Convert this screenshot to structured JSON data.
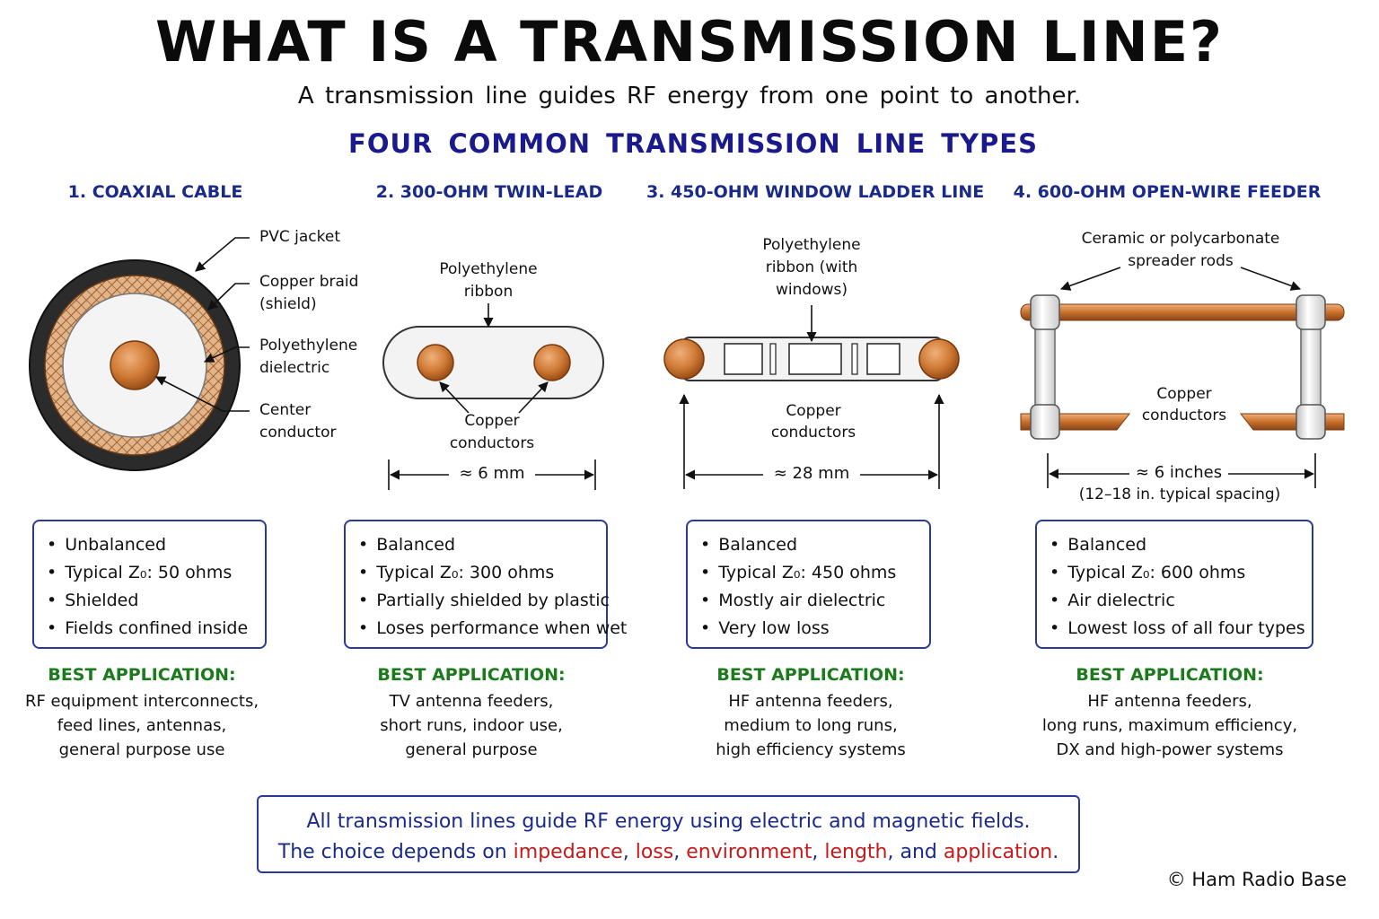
{
  "title": "WHAT IS A TRANSMISSION LINE?",
  "subtitle": "A transmission line guides RF energy from one point to another.",
  "section_title": "FOUR COMMON TRANSMISSION LINE TYPES",
  "colors": {
    "copper": "#c8772f",
    "title_blue": "#1a2a8a",
    "best_green": "#1b7a1b",
    "highlight_red": "#c41a1a",
    "box_border": "#2a3a9a"
  },
  "columns": [
    {
      "heading": "1. COAXIAL CABLE",
      "labels": {
        "jacket": "PVC jacket",
        "braid": "Copper braid",
        "braid2": "(shield)",
        "dielectric": "Polyethylene",
        "dielectric2": "dielectric",
        "center": "Center",
        "center2": "conductor"
      },
      "bullets": [
        "Unbalanced",
        "Typical Z₀: 50 ohms",
        "Shielded",
        "Fields confined inside"
      ],
      "best_label": "BEST APPLICATION:",
      "best_lines": [
        "RF equipment interconnects,",
        "feed lines, antennas,",
        "general purpose use"
      ]
    },
    {
      "heading": "2. 300-OHM TWIN-LEAD",
      "labels": {
        "ribbon": "Polyethylene",
        "ribbon2": "ribbon",
        "conductors": "Copper",
        "conductors2": "conductors"
      },
      "dimension": "≈ 6 mm",
      "bullets": [
        "Balanced",
        "Typical Z₀: 300 ohms",
        "Partially shielded by plastic",
        "Loses performance when wet"
      ],
      "best_label": "BEST APPLICATION:",
      "best_lines": [
        "TV antenna feeders,",
        "short runs, indoor use,",
        "general purpose"
      ]
    },
    {
      "heading": "3. 450-OHM WINDOW LADDER LINE",
      "labels": {
        "ribbon": "Polyethylene",
        "ribbon2": "ribbon (with",
        "ribbon3": "windows)",
        "conductors": "Copper",
        "conductors2": "conductors"
      },
      "dimension": "≈ 28 mm",
      "bullets": [
        "Balanced",
        "Typical Z₀: 450 ohms",
        "Mostly air dielectric",
        "Very low loss"
      ],
      "best_label": "BEST APPLICATION:",
      "best_lines": [
        "HF antenna feeders,",
        "medium to long runs,",
        "high efficiency systems"
      ]
    },
    {
      "heading": "4. 600-OHM OPEN-WIRE FEEDER",
      "labels": {
        "rods": "Ceramic or polycarbonate",
        "rods2": "spreader rods",
        "conductors": "Copper",
        "conductors2": "conductors"
      },
      "dimension": "≈ 6 inches",
      "dimension_note": "(12–18 in. typical spacing)",
      "bullets": [
        "Balanced",
        "Typical Z₀: 600 ohms",
        "Air dielectric",
        "Lowest loss of all four types"
      ],
      "best_label": "BEST APPLICATION:",
      "best_lines": [
        "HF antenna feeders,",
        "long runs, maximum efficiency,",
        "DX and high-power systems"
      ]
    }
  ],
  "summary": {
    "line1": "All transmission lines guide RF energy using electric and magnetic fields.",
    "line2_prefix": "The choice depends on ",
    "impedance": "impedance",
    "loss": "loss",
    "environment": "environment",
    "length": "length",
    "and": "and",
    "application": "application",
    "comma": ",",
    "period": "."
  },
  "credit": "© Ham Radio Base"
}
